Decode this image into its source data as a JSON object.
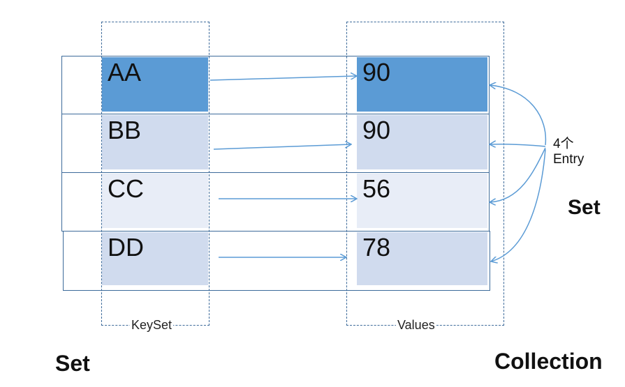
{
  "rows": [
    {
      "key": "AA",
      "value": "90",
      "key_color": "#5b9bd5",
      "value_color": "#5b9bd5"
    },
    {
      "key": "BB",
      "value": "90",
      "key_color": "#d0dbee",
      "value_color": "#d0dbee"
    },
    {
      "key": "CC",
      "value": "56",
      "key_color": "#e8edf7",
      "value_color": "#e8edf7"
    },
    {
      "key": "DD",
      "value": "78",
      "key_color": "#d0dbee",
      "value_color": "#d0dbee"
    }
  ],
  "keyset_label": "KeySet",
  "values_label": "Values",
  "entry_label_line1": "4个",
  "entry_label_line2": "Entry",
  "right_set_label": "Set",
  "left_set_label": "Set",
  "collection_label": "Collection",
  "colors": {
    "border": "#3c6a9a",
    "arrow": "#5b9bd5"
  }
}
